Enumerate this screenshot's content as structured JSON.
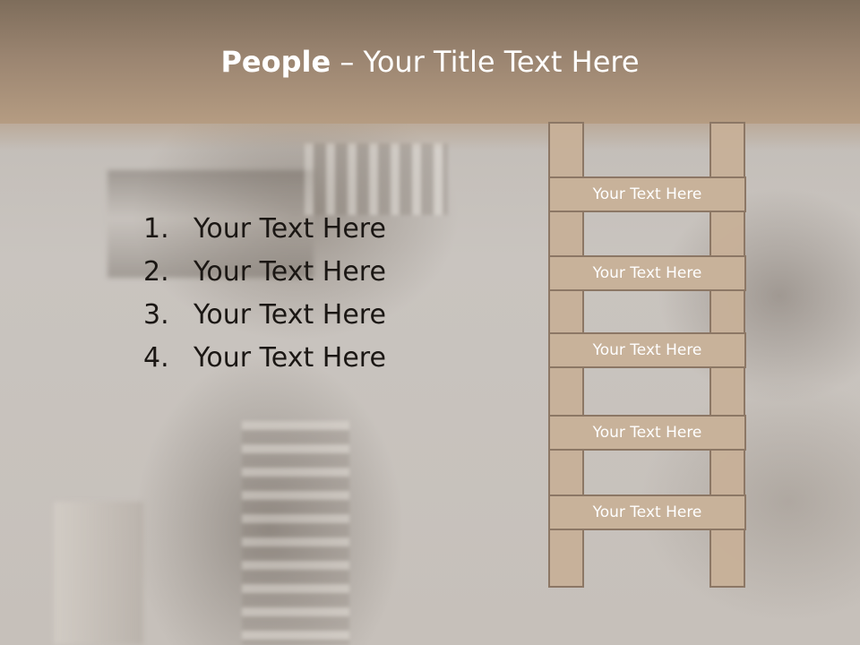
{
  "slide": {
    "title_bold": "People",
    "title_rest": " – Your Title Text Here",
    "list": [
      {
        "number": "1.",
        "text": "Your Text Here"
      },
      {
        "number": "2.",
        "text": "Your Text Here"
      },
      {
        "number": "3.",
        "text": "Your Text Here"
      },
      {
        "number": "4.",
        "text": "Your Text Here"
      }
    ],
    "ladder_rungs": [
      "Your Text Here",
      "Your Text Here",
      "Your Text Here",
      "Your Text Here",
      "Your Text Here"
    ]
  },
  "colors": {
    "header_brown": "#9a8470",
    "ladder_fill": "#c8b29a",
    "ladder_border": "#8c7765",
    "background_gray": "#c7c1bb"
  }
}
